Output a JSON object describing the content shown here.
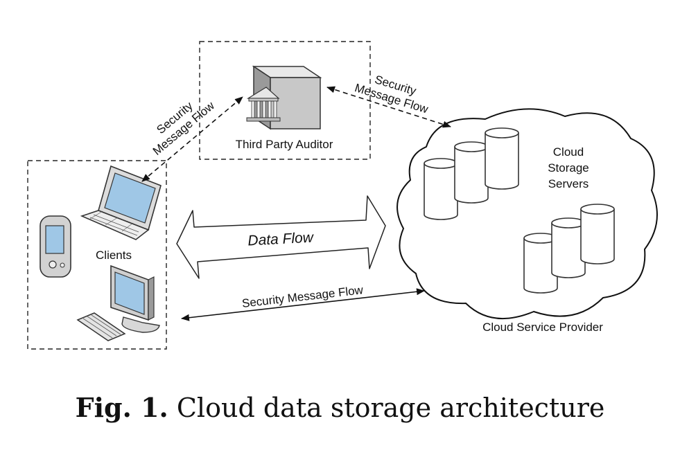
{
  "labels": {
    "tpa": "Third Party Auditor",
    "clients": "Clients",
    "cloud_line1": "Cloud",
    "cloud_line2": "Storage",
    "cloud_line3": "Servers",
    "csp": "Cloud Service Provider",
    "data_flow": "Data Flow",
    "smf_bottom": "Security Message Flow",
    "smf_left_line1": "Security",
    "smf_left_line2": "Message Flow",
    "smf_right_line1": "Security",
    "smf_right_line2": "Message Flow"
  },
  "caption": {
    "prefix": "Fig. 1.",
    "text": "Cloud data storage architecture"
  },
  "icons": [
    "server-icon",
    "laptop-icon",
    "pda-icon",
    "desktop-icon",
    "keyboard-icon",
    "cloud-icon",
    "database-icon"
  ]
}
